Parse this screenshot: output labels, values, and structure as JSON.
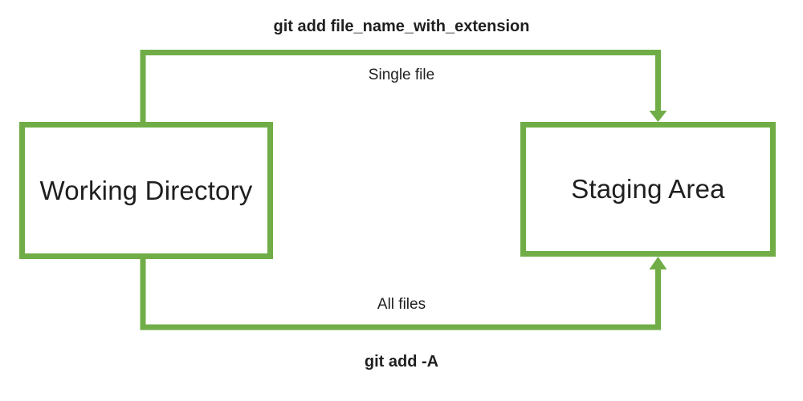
{
  "diagram": {
    "accent_color": "#70ad47",
    "text_color": "#1f1f1f",
    "background_color": "#ffffff",
    "nodes": {
      "working_directory": "Working Directory",
      "staging_area": "Staging Area"
    },
    "flows": {
      "single_file": {
        "command": "git add file_name_with_extension",
        "label": "Single file",
        "from": "Working Directory",
        "to": "Staging Area"
      },
      "all_files": {
        "command": "git add -A",
        "label": "All files",
        "from": "Working Directory",
        "to": "Staging Area"
      }
    }
  }
}
